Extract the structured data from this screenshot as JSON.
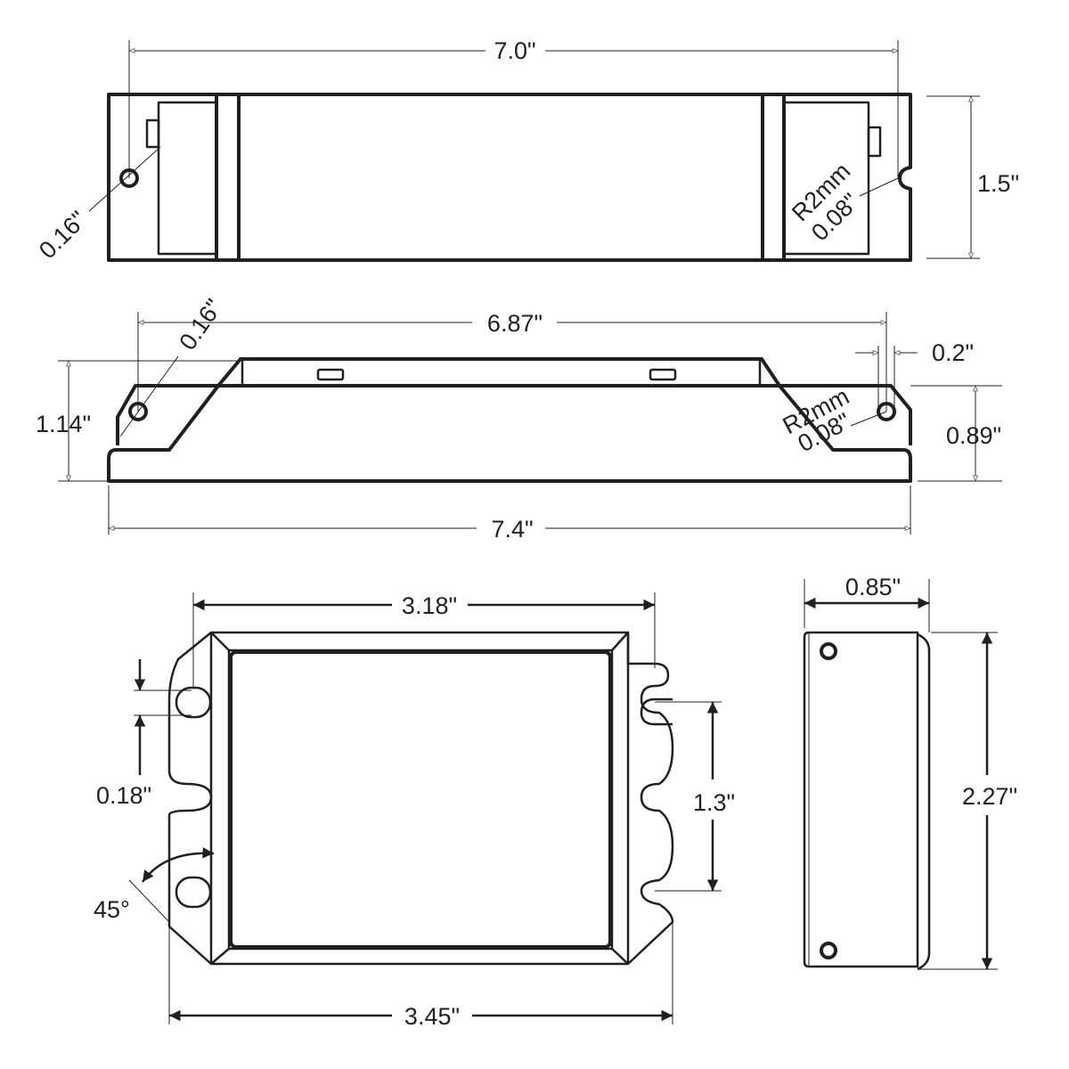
{
  "top_view": {
    "width_label": "7.0\"",
    "height_label": "1.5\"",
    "hole_label": "0.16\"",
    "slot_radius_mm": "R2mm",
    "slot_radius_in": "0.08\""
  },
  "front_view": {
    "hole_span_label": "6.87\"",
    "hole_label": "0.16\"",
    "overall_width_label": "7.4\"",
    "overall_height_label": "1.14\"",
    "base_height_label": "0.89\"",
    "edge_offset_label": "0.2\"",
    "slot_radius_mm": "R2mm",
    "slot_radius_in": "0.08\""
  },
  "bottom_view": {
    "inner_width_label": "3.18\"",
    "outer_width_label": "3.45\"",
    "slot_width_label": "0.18\"",
    "slot_spacing_label": "1.3\"",
    "angle_label": "45°"
  },
  "side_view": {
    "depth_label": "0.85\"",
    "height_label": "2.27\""
  }
}
